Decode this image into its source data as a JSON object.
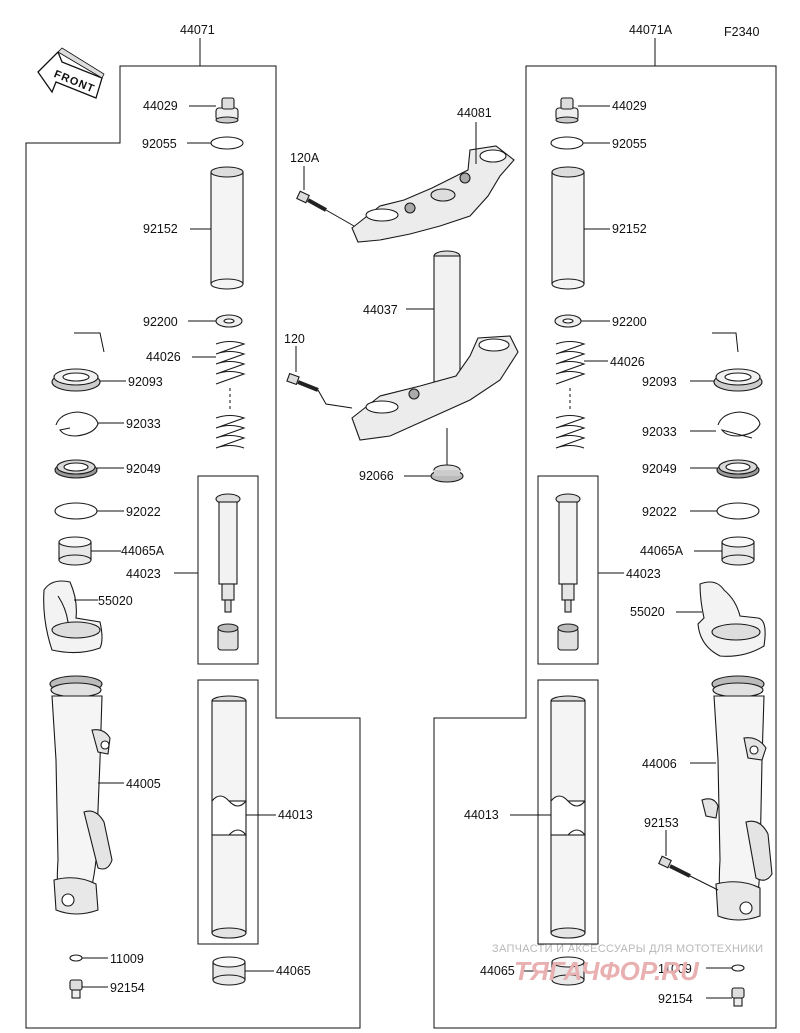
{
  "figure_code": "F2340",
  "front_label": "FRONT",
  "assembly_labels": {
    "left": "44071",
    "right": "44071A"
  },
  "left_labels": {
    "p44029": "44029",
    "p92055": "92055",
    "p92152": "92152",
    "p92200": "92200",
    "p44026": "44026",
    "p92093": "92093",
    "p92033": "92033",
    "p92049": "92049",
    "p92022": "92022",
    "p44065A": "44065A",
    "p44023": "44023",
    "p55020": "55020",
    "p44005": "44005",
    "p44013": "44013",
    "p44065": "44065",
    "p11009": "11009",
    "p92154": "92154"
  },
  "center_labels": {
    "p44081": "44081",
    "p120A": "120A",
    "p44037": "44037",
    "p120": "120",
    "p92066": "92066"
  },
  "right_labels": {
    "p44029": "44029",
    "p92055": "92055",
    "p92152": "92152",
    "p92200": "92200",
    "p44026": "44026",
    "p92093": "92093",
    "p92033": "92033",
    "p92049": "92049",
    "p92022": "92022",
    "p44065A": "44065A",
    "p44023": "44023",
    "p55020": "55020",
    "p44006": "44006",
    "p44013": "44013",
    "p92153": "92153",
    "p44065": "44065",
    "p11009": "11009",
    "p92154": "92154"
  },
  "watermark": {
    "line1": "ЗАПЧАСТИ И АКСЕССУАРЫ ДЛЯ МОТОТЕХНИКИ",
    "line2": "ТЯГАЧФОР.RU"
  },
  "colors": {
    "line": "#111111",
    "part_fill": "#f2f2f2",
    "part_shade": "#c8c8c8",
    "watermark": "#e8b0b0"
  }
}
